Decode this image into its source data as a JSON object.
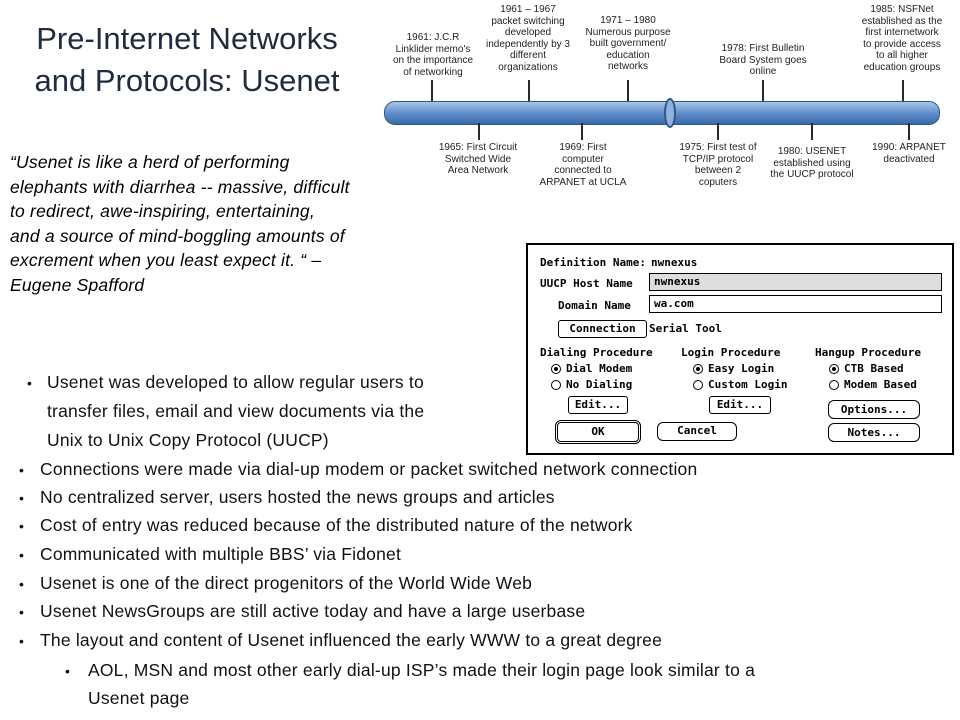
{
  "title": {
    "line1": "Pre-Internet Networks",
    "line2": "and Protocols: Usenet"
  },
  "quote": {
    "lines": [
      "“Usenet is like a herd of performing",
      "elephants with diarrhea -- massive, difficult",
      "to redirect, awe-inspiring, entertaining,",
      "and a source of mind-boggling amounts of",
      "excrement when you least expect it. “ –",
      "Eugene Spafford"
    ]
  },
  "timeline": {
    "above": [
      "1961: J.C.R\nLinklider memo's\non the importance\nof networking",
      "1961 – 1967\npacket switching\ndeveloped\nindependently by 3\ndifferent\norganizations",
      "1971 – 1980\nNumerous purpose\nbuilt government/\neducation\nnetworks",
      "1978: First Bulletin\nBoard System goes\nonline",
      "1985: NSFNet\nestablished as the\nfirst internetwork\nto provide access\nto all higher\neducation groups"
    ],
    "below": [
      "1965: First Circuit\nSwitched Wide\nArea Network",
      "1969: First\ncomputer\nconnected to\nARPANET at UCLA",
      "1975: First test of\nTCP/IP protocol\nbetween 2\ncoputers",
      "1980: USENET\nestablished using\nthe UUCP protocol",
      "1990: ARPANET\ndeactivated"
    ]
  },
  "dialog": {
    "definition_label": "Definition Name:",
    "definition_value": "nwnexus",
    "uucp_label": "UUCP Host Name",
    "uucp_value": "nwnexus",
    "domain_label": "Domain Name",
    "domain_value": "wa.com",
    "connection_button": "Connection",
    "connection_value": "Serial Tool",
    "dialing": {
      "heading": "Dialing Procedure",
      "options": [
        "Dial Modem",
        "No Dialing"
      ],
      "edit": "Edit..."
    },
    "login": {
      "heading": "Login Procedure",
      "options": [
        "Easy Login",
        "Custom Login"
      ],
      "edit": "Edit..."
    },
    "hangup": {
      "heading": "Hangup Procedure",
      "options": [
        "CTB Based",
        "Modem Based"
      ]
    },
    "options_button": "Options...",
    "notes_button": "Notes...",
    "ok_button": "OK",
    "cancel_button": "Cancel"
  },
  "bullets": [
    "Usenet was developed to allow regular users to",
    "transfer files, email and view documents via the",
    "Unix to Unix Copy Protocol (UUCP)",
    "Connections were made via dial-up modem or packet switched network connection",
    "No centralized server, users hosted the news groups and articles",
    "Cost of entry was reduced because of the distributed nature of the network",
    "Communicated with multiple BBS’ via Fidonet",
    "Usenet is one of the direct progenitors of the World Wide Web",
    "Usenet NewsGroups are still active today and have a large userbase",
    "The layout and content of Usenet influenced the early WWW to a great degree",
    "AOL, MSN and most other early dial-up ISP’s made their login page look similar to a",
    "Usenet page"
  ]
}
